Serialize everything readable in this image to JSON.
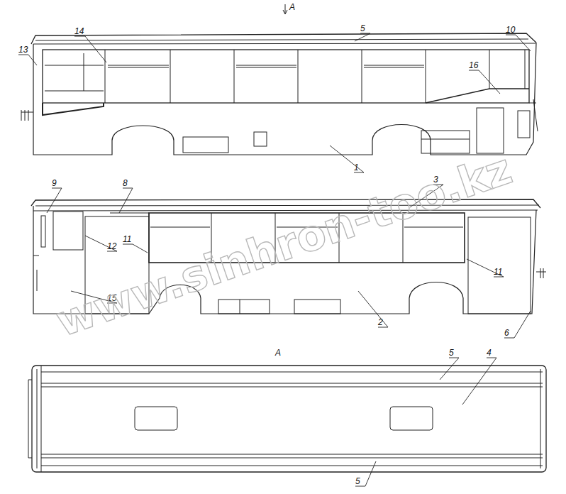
{
  "diagram": {
    "labels": [
      "A",
      "14",
      "5",
      "10",
      "13",
      "16",
      "1",
      "9",
      "8",
      "3",
      "12",
      "11",
      "11",
      "15",
      "2",
      "6",
      "A",
      "5",
      "4",
      "5",
      "www.sinhron-too.kz"
    ]
  }
}
